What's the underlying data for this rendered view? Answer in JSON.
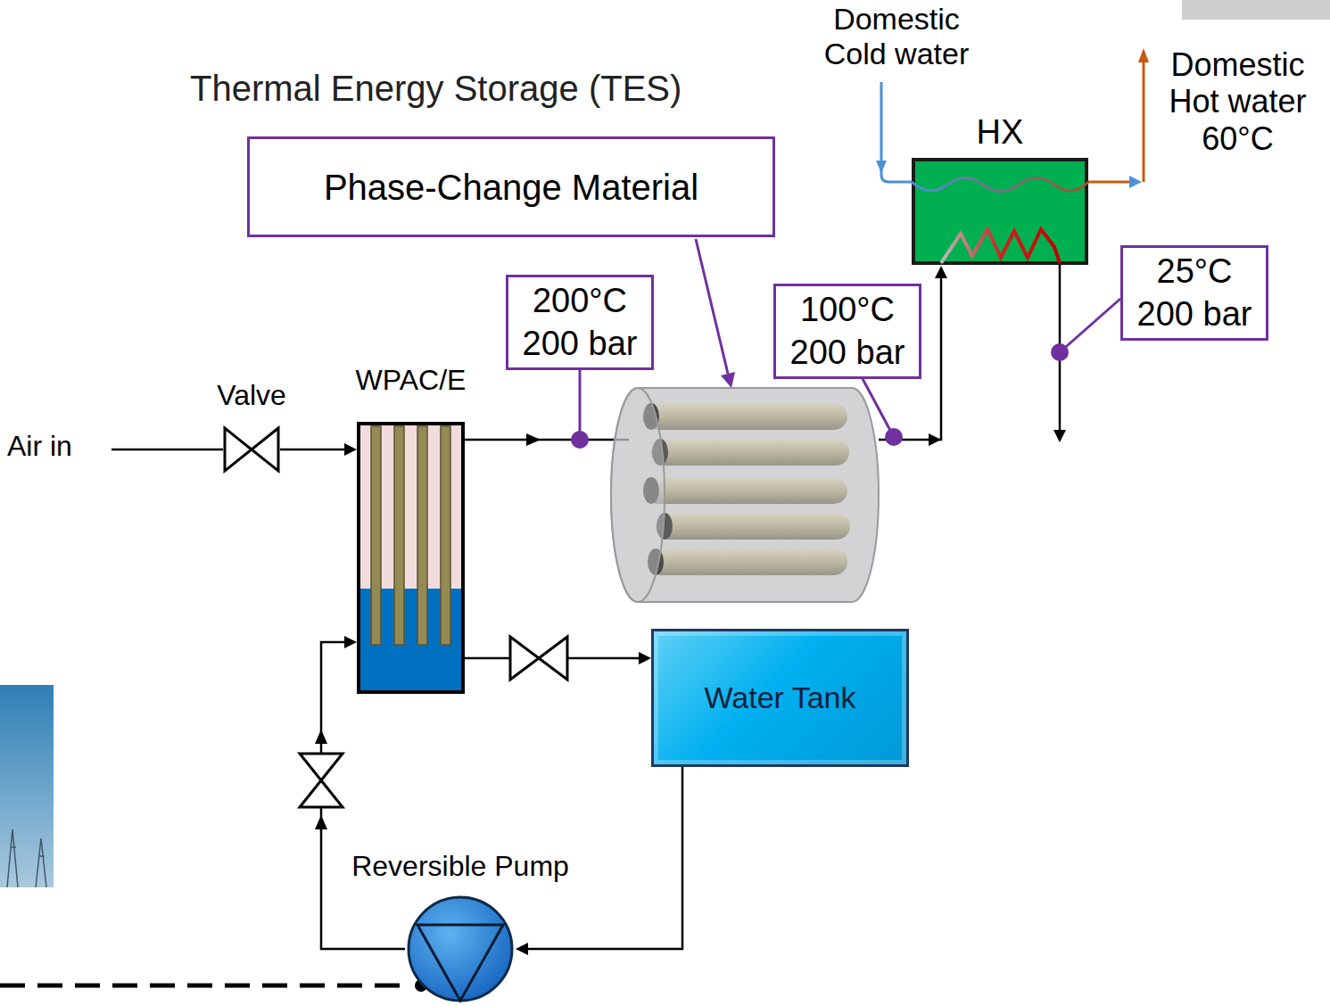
{
  "diagram": {
    "nodes": [
      {
        "text": [
          "Phase-Change Material"
        ]
      },
      {
        "text": [
          "200°C 200 bar"
        ]
      },
      {
        "text": [
          "100°C 200 bar"
        ]
      },
      {
        "text": [
          "HX"
        ]
      },
      {
        "text": [
          "25°C 200 bar"
        ]
      },
      {
        "text": [
          "Valve"
        ]
      },
      {
        "text": [
          "WPAC/E"
        ]
      },
      {
        "text": [
          "Water Tank"
        ]
      },
      {
        "text": [
          "Reversible Pump"
        ]
      }
    ],
    "edges": [
      {
        "from": 5,
        "to": 6,
        "arrow": "to"
      },
      {
        "from": 6,
        "to": 7,
        "arrow": "to"
      },
      {
        "from": 7,
        "to": 8,
        "arrow": "to"
      },
      {
        "from": 8,
        "to": 6,
        "arrow": "to"
      }
    ],
    "labels": [
      "Thermal Energy Storage (TES)",
      "Domestic Cold water",
      "Domestic Hot water 60°C",
      "Air in"
    ]
  }
}
